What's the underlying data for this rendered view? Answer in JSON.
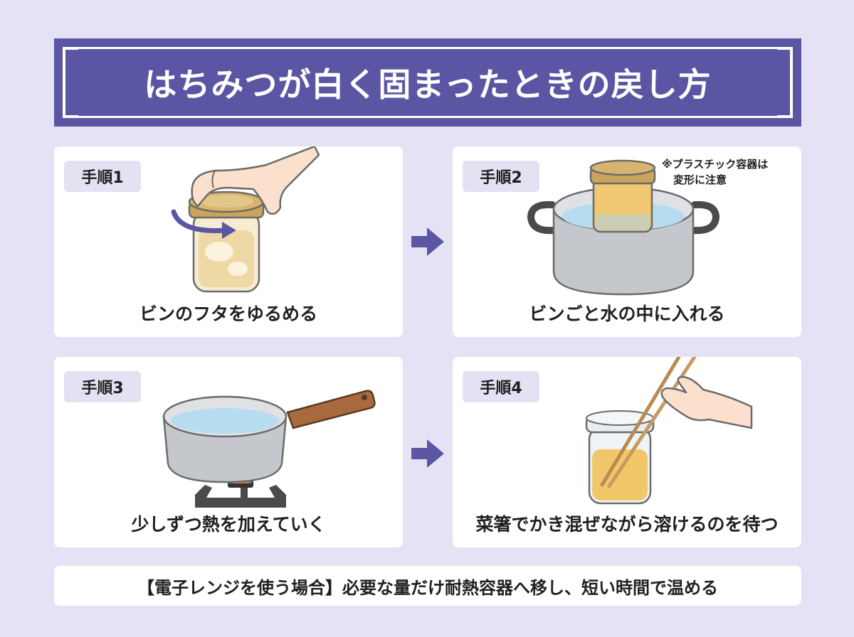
{
  "title": "はちみつが白く固まったときの戻し方",
  "steps": [
    {
      "badge": "手順1",
      "caption": "ビンのフタをゆるめる"
    },
    {
      "badge": "手順2",
      "caption": "ビンごと水の中に入れる",
      "note_line1": "※プラスチック容器は",
      "note_line2": "変形に注意"
    },
    {
      "badge": "手順3",
      "caption": "少しずつ熱を加えていく"
    },
    {
      "badge": "手順4",
      "caption": "菜箸でかき混ぜながら溶けるのを待つ"
    }
  ],
  "footer": "【電子レンジを使う場合】必要な量だけ耐熱容器へ移し、短い時間で温める",
  "colors": {
    "banner": "#5b56a3",
    "background": "#e6e2f6",
    "badge": "#e4e1f3",
    "arrow": "#5b56a3",
    "honey": "#f1c76a"
  },
  "icons": [
    "hand-icon",
    "jar-icon",
    "rotate-arrow-icon",
    "pot-icon",
    "saucepan-icon",
    "gas-stove-icon",
    "chopsticks-icon",
    "right-arrow-icon"
  ]
}
